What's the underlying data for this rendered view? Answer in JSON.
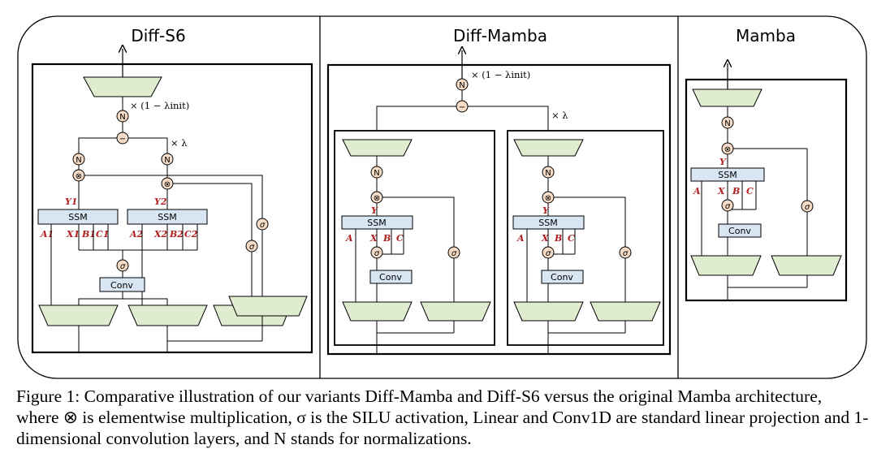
{
  "panels": {
    "diff_s6": {
      "title": "Diff-S6",
      "ssm_label": "SSM",
      "conv_label": "Conv",
      "n_label": "N",
      "minus_label": "−",
      "sigma_label": "σ",
      "mult_label": "⊗",
      "scale_top": "× (1 − λinit)",
      "scale_lambda": "× λ",
      "y1": "Y1",
      "y2": "Y2",
      "ports_left": [
        "A1",
        "X1",
        "B1",
        "C1"
      ],
      "ports_right": [
        "A2",
        "X2",
        "B2",
        "C2"
      ]
    },
    "diff_mamba": {
      "title": "Diff-Mamba",
      "ssm_label": "SSM",
      "conv_label": "Conv",
      "n_label": "N",
      "minus_label": "−",
      "sigma_label": "σ",
      "mult_label": "⊗",
      "scale_top": "× (1 − λinit)",
      "scale_lambda": "× λ",
      "y": "Y",
      "ports": [
        "A",
        "X",
        "B",
        "C"
      ]
    },
    "mamba": {
      "title": "Mamba",
      "ssm_label": "SSM",
      "conv_label": "Conv",
      "n_label": "N",
      "sigma_label": "σ",
      "mult_label": "⊗",
      "y": "Y",
      "ports": [
        "A",
        "X",
        "B",
        "C"
      ]
    }
  },
  "caption": "Figure 1: Comparative illustration of our variants Diff-Mamba and Diff-S6 versus the original Mamba architecture, where ⊗ is elementwise multiplication, σ is the SILU activation, Linear and Conv1D are standard linear projection and 1-dimensional convolution layers, and N stands for normalizations.",
  "colors": {
    "linear_block": "#dfeccf",
    "ssm_block": "#d8e5f3",
    "conv_block": "#d8e5f3",
    "node": "#f6dcc6",
    "port_label": "#b21f1f"
  }
}
